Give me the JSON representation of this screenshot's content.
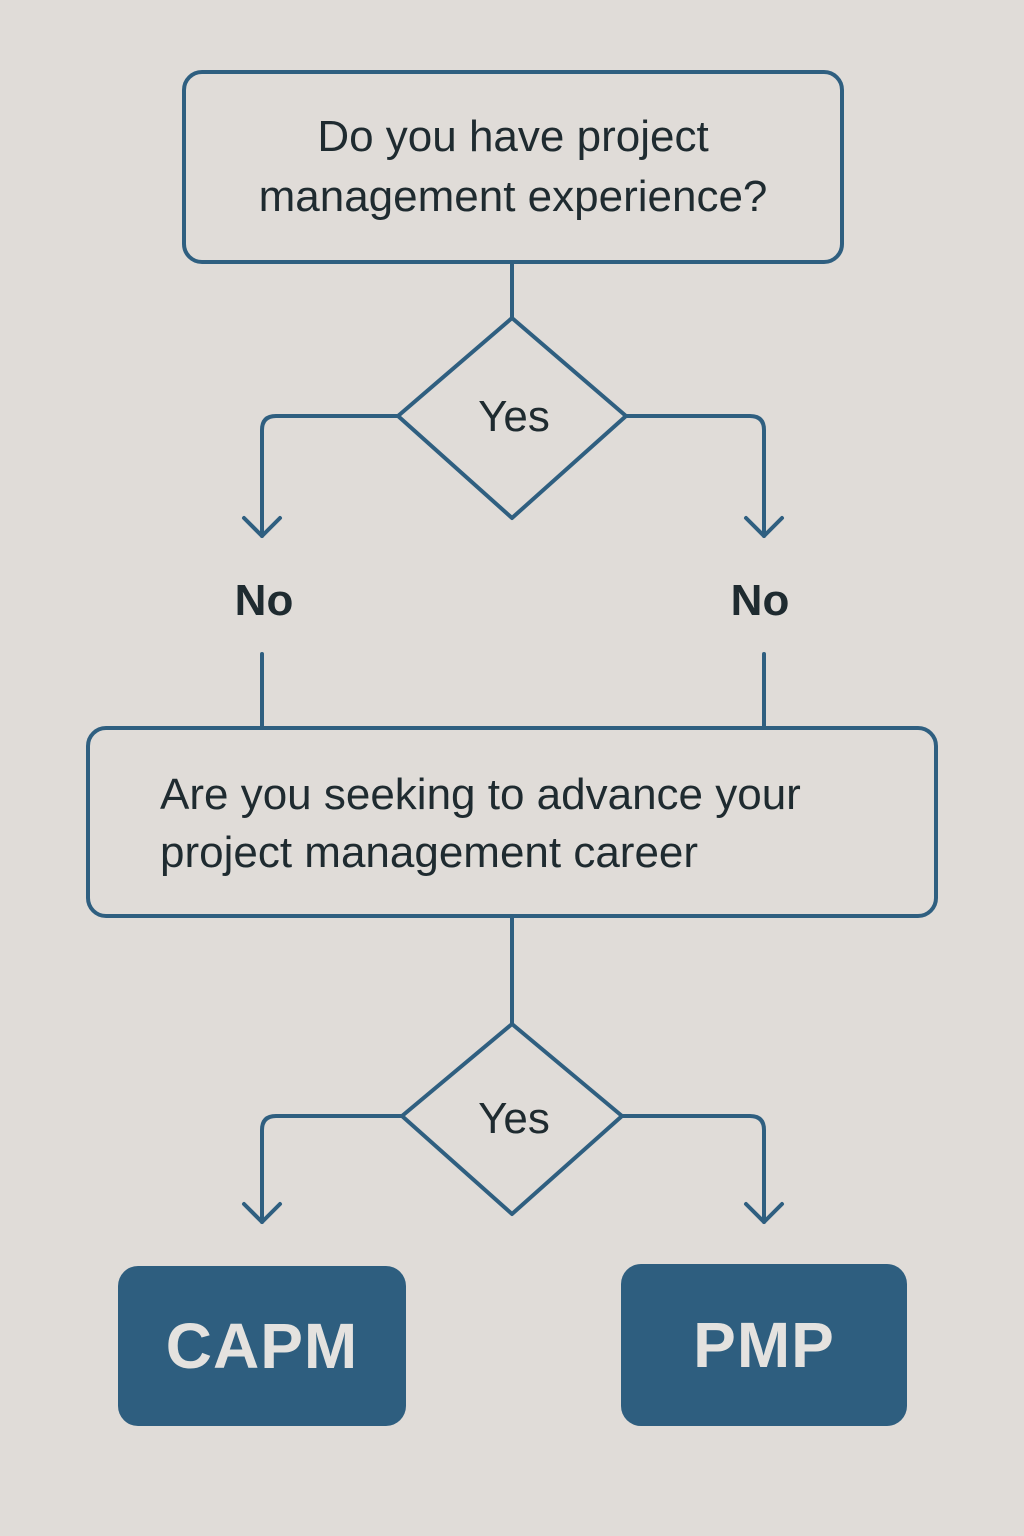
{
  "colors": {
    "background": "#e0dcd8",
    "line": "#2f5f80",
    "outcome_fill": "#2e5e7f",
    "outcome_text": "#e4e2df",
    "text": "#1f2b30"
  },
  "question_1": "Do you have project management experience?",
  "decision_1_label": "Yes",
  "branch_left_label": "No",
  "branch_right_label": "No",
  "question_2": "Are you seeking to advance your project management career",
  "decision_2_label": "Yes",
  "outcome_left": "CAPM",
  "outcome_right": "PMP"
}
